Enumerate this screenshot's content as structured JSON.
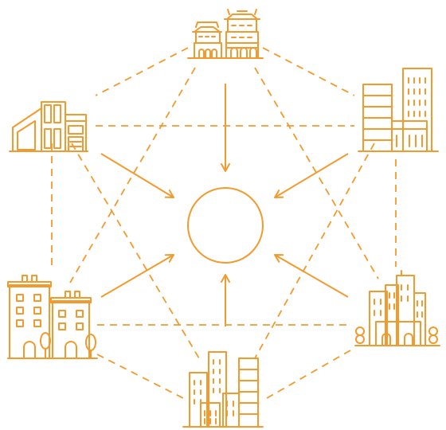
{
  "theme": {
    "accent": "#F39A2E",
    "background": "#FFFFFF"
  },
  "diagram": {
    "center_node": {
      "label": "",
      "shape": "circle"
    },
    "nodes": [
      {
        "id": "top",
        "icon": "chinese-pagoda-buildings-icon"
      },
      {
        "id": "upper-right",
        "icon": "office-towers-icon"
      },
      {
        "id": "lower-right",
        "icon": "city-skyline-with-trees-icon"
      },
      {
        "id": "bottom",
        "icon": "skyscrapers-cluster-icon"
      },
      {
        "id": "lower-left",
        "icon": "apartment-buildings-icon"
      },
      {
        "id": "upper-left",
        "icon": "modern-house-icon"
      }
    ],
    "arrows_point_to": "center",
    "connections_style": "dashed"
  }
}
